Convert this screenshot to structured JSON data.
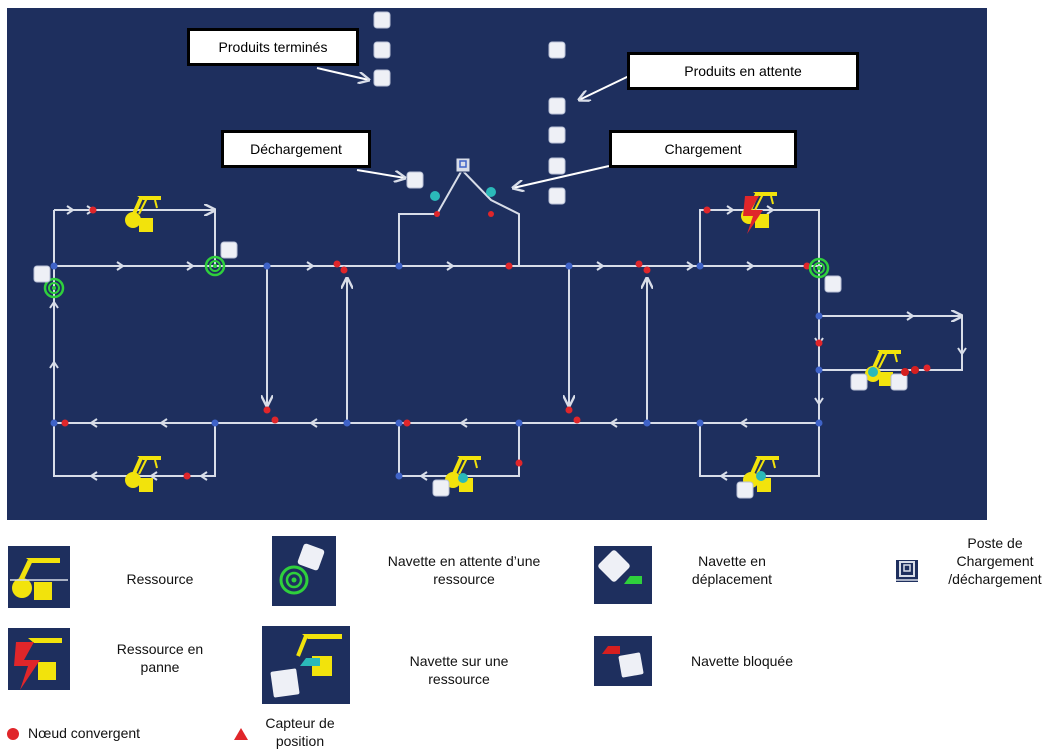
{
  "callouts": {
    "finished": "Produits terminés",
    "waiting": "Produits en attente",
    "unloading": "Déchargement",
    "loading": "Chargement"
  },
  "legend": {
    "resource": "Ressource",
    "shuttle_waiting_l1": "Navette en attente d’une",
    "shuttle_waiting_l2": "ressource",
    "shuttle_moving_l1": "Navette en",
    "shuttle_moving_l2": "déplacement",
    "station_l1": "Poste de",
    "station_l2": "Chargement",
    "station_l3": "/déchargement",
    "resource_failure_l1": "Ressource en",
    "resource_failure_l2": "panne",
    "shuttle_on_resource_l1": "Navette sur une",
    "shuttle_on_resource_l2": "ressource",
    "shuttle_blocked": "Navette bloquée",
    "converging_node": "Nœud convergent",
    "position_sensor_l1": "Capteur de",
    "position_sensor_l2": "position"
  },
  "colors": {
    "background": "#1e2f5e",
    "track": "#d8dde8",
    "node": "#3f63c8",
    "converging": "#e0262a",
    "resource": "#f2e30c",
    "waiting_ring": "#2fd03c",
    "shuttle_moving": "#2bb9b9",
    "shuttle_blocked": "#d61f1f"
  },
  "icons": [
    "resource-icon",
    "resource-failure-icon",
    "shuttle-waiting-icon",
    "shuttle-moving-icon",
    "shuttle-on-resource-icon",
    "shuttle-blocked-icon",
    "station-icon",
    "converging-node-icon",
    "position-sensor-icon"
  ]
}
